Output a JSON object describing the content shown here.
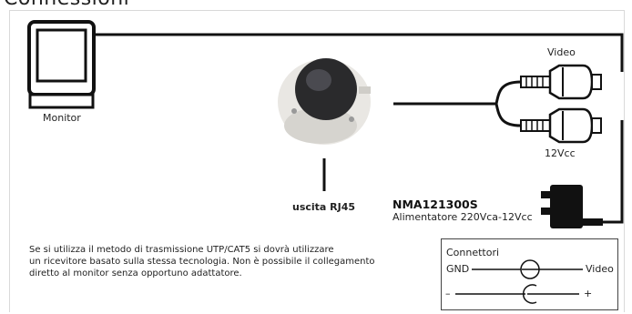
{
  "page": {
    "title": "Connessioni"
  },
  "labels": {
    "monitor": "Monitor",
    "video": "Video",
    "power": "12Vcc",
    "rj45": "uscita RJ45",
    "model": "NMA121300S",
    "adapter": "Alimentatore 220Vca-12Vcc"
  },
  "note": {
    "line1": "Se si utilizza il metodo di trasmissione UTP/CAT5 si dovrà utilizzare",
    "line2": "un ricevitore basato sulla stessa tecnologia. Non è possibile il collegamento",
    "line3": "diretto al monitor senza opportuno adattatore."
  },
  "legend": {
    "title": "Connettori",
    "gnd": "GND",
    "video": "Video",
    "minus": "–",
    "plus": "+"
  }
}
